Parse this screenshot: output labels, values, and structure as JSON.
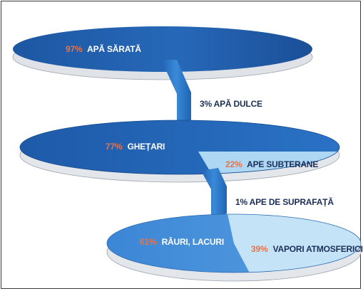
{
  "diagram": {
    "discs": [
      {
        "id": "top",
        "segments": [
          {
            "percent": "97%",
            "label": "APĂ SĂRATĂ"
          }
        ]
      },
      {
        "id": "middle",
        "segments": [
          {
            "percent": "77%",
            "label": "GHEȚARI"
          },
          {
            "percent": "22%",
            "label": "APE SUBTERANE"
          }
        ]
      },
      {
        "id": "bottom",
        "segments": [
          {
            "percent": "61%",
            "label": "RÂURI, LACURI"
          },
          {
            "percent": "39%",
            "label": "VAPORI ATMOSFERICI"
          }
        ]
      }
    ],
    "flows": [
      {
        "label": "3% APĂ DULCE"
      },
      {
        "label": "1% APE DE SUPRAFAȚĂ"
      }
    ]
  },
  "colors": {
    "dark_blue": "#1f5fae",
    "mid_blue": "#2f7ad0",
    "light_blue": "#b8dcf4",
    "percent_accent": "#e8734a",
    "disc_side": "#e6e8ec"
  }
}
